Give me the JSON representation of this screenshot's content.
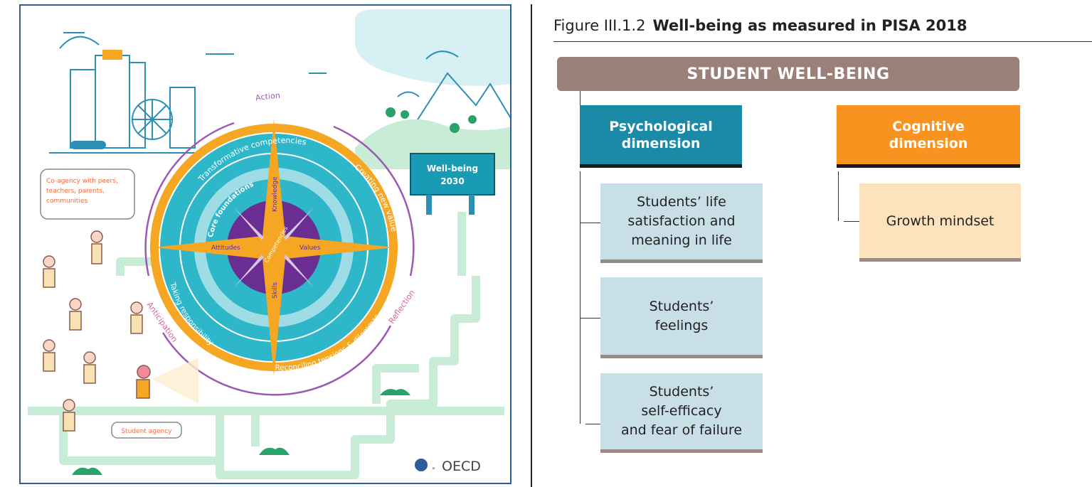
{
  "left_panel": {
    "labels": {
      "action": "Action",
      "reflection": "Reflection",
      "anticipation": "Anticipation",
      "transformative": "Transformative competencies",
      "creating_value": "Creating new value",
      "taking_responsibility": "Taking responsibility",
      "reconciling": "Reconciling tensions & dilemmas",
      "core_foundations": "Core foundations",
      "knowledge": "Knowledge",
      "skills": "Skills",
      "attitudes": "Attitudes",
      "values": "Values",
      "competencies": "Competencies",
      "well_being_sign_1": "Well-being",
      "well_being_sign_2": "2030",
      "co_agency_1": "Co-agency with peers,",
      "co_agency_2": "teachers, parents,",
      "co_agency_3": "communities",
      "student_agency": "Student agency",
      "oecd": "OECD"
    },
    "colors": {
      "ring_outer": "#f5a623",
      "ring_teal": "#2eb6c9",
      "ring_light": "#9fdde6",
      "core_purple": "#6a2d91",
      "arrow_purple": "#9b59b6",
      "path_green": "#c9ecd6"
    }
  },
  "figure": {
    "number": "Figure III.1.2",
    "title": "Well-being as measured in PISA 2018",
    "top": "STUDENT WELL-BEING",
    "psych": {
      "line1": "Psychological",
      "line2": "dimension",
      "items": [
        [
          "Students’ life",
          "satisfaction and",
          "meaning in life"
        ],
        [
          "Students’",
          "feelings"
        ],
        [
          "Students’",
          "self-efficacy",
          "and fear of failure"
        ]
      ]
    },
    "cog": {
      "line1": "Cognitive",
      "line2": "dimension",
      "item": "Growth mindset"
    },
    "colors": {
      "top_bar": "#9b8079",
      "psych": "#1b8aa6",
      "cog": "#f7931e",
      "leaf_psych": "#c9dfe8",
      "leaf_cog": "#fde3bd"
    }
  }
}
